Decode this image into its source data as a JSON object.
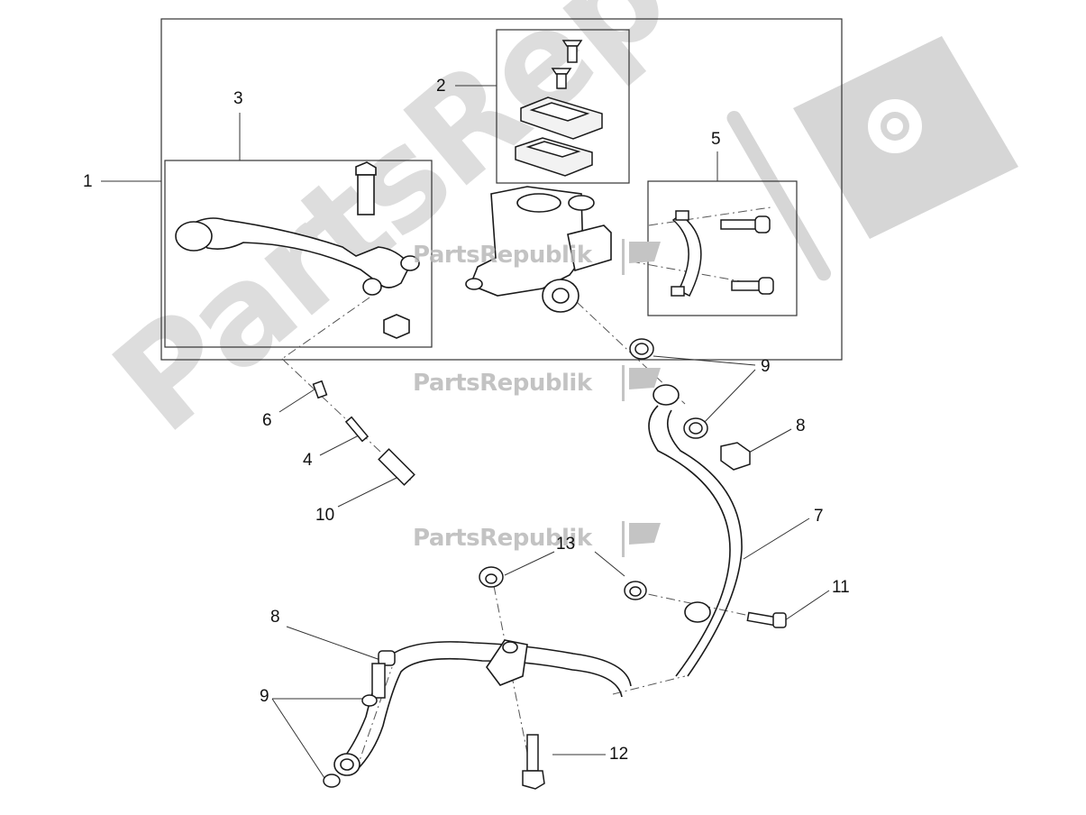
{
  "watermark": {
    "big_text": "PartsRepublik",
    "small_text": "PartsRepublik",
    "color": "#bdbdbd",
    "logo_icon": "gear-flag-icon"
  },
  "callouts": {
    "c1": "1",
    "c2": "2",
    "c3": "3",
    "c4": "4",
    "c5": "5",
    "c6": "6",
    "c7": "7",
    "c8a": "8",
    "c8b": "8",
    "c9a": "9",
    "c9b": "9",
    "c10": "10",
    "c11": "11",
    "c12": "12",
    "c13": "13"
  },
  "colors": {
    "line": "#1a1a1a",
    "background": "#ffffff"
  }
}
